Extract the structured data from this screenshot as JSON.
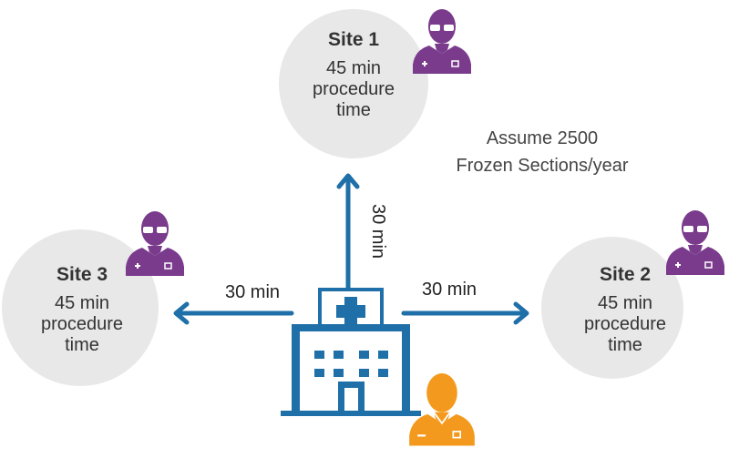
{
  "sites": [
    {
      "title": "Site 1",
      "lines": [
        "45 min",
        "procedure",
        "time"
      ]
    },
    {
      "title": "Site 2",
      "lines": [
        "45 min",
        "procedure",
        "time"
      ]
    },
    {
      "title": "Site 3",
      "lines": [
        "45 min",
        "procedure",
        "time"
      ]
    }
  ],
  "distances": {
    "up": "30 min",
    "left": "30 min",
    "right": "30 min"
  },
  "note": [
    "Assume 2500",
    "Frozen Sections/year"
  ],
  "colors": {
    "circle": "#e8e8e8",
    "arrow": "#1f6fa8",
    "hospital": "#1f6fa8",
    "remote_person": "#7a3b8c",
    "local_person": "#f39a1e",
    "text": "#333333"
  },
  "icons": {
    "hospital": "hospital-icon",
    "remote_person": "pathologist-icon",
    "local_person": "surgeon-icon"
  }
}
